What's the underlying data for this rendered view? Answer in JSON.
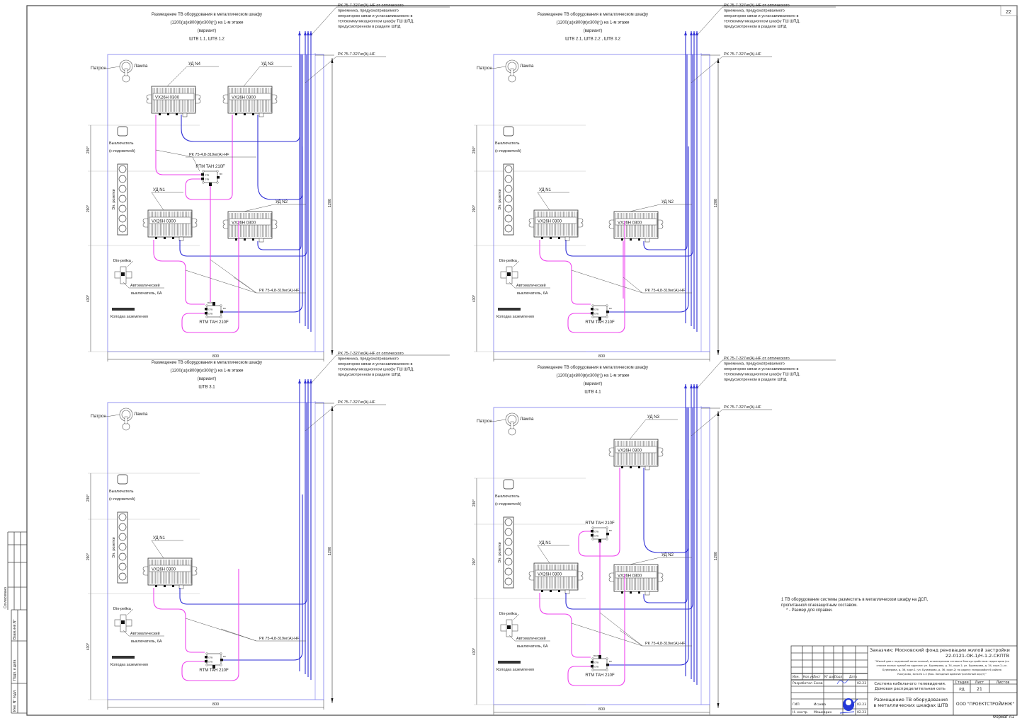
{
  "sheet": {
    "page_number": "22",
    "format": "Формат А1",
    "colors": {
      "frame": "#444444",
      "cabinet": "#7b7bef",
      "rf_cable": "#2e2ed6",
      "drop_cable": "#ee44ee",
      "leader": "#444444"
    }
  },
  "side_stamp": {
    "agreed": "Согласовано",
    "replaced_inv": "Взам.инв.N°",
    "sign_date": "Подп. и дата",
    "inv_orig": "Инв. N° подл."
  },
  "panels": [
    {
      "id": "p1",
      "title": [
        "Размещение ТВ оборудования в металлическом шкафу",
        "(1200(ш)х800(в)х300(г)) на 1-м этаже",
        "(вариант)",
        "ШТВ 1.1, ШТВ 1.2"
      ],
      "top_note": [
        "РК 75-7-327нг(А)-HF от оптического",
        "приемника, предусматриваемого",
        "оператором связи и устанавливаемого в",
        "телекоммуникационном шкафу ТШ ШПД,",
        "предусмотренном в разделе ШПД"
      ],
      "side_cable": "РК 75-7-327нг(А)-HF",
      "lamp_holder": "Патрон",
      "lamp": "Лампа",
      "switch": [
        "Выключатель",
        "(с подсветкой)"
      ],
      "sockets": "Эл. розетки",
      "din": "Din-рейка",
      "breaker": [
        "Автоматический",
        "выключатель, 6А"
      ],
      "ground": "Колодка заземления",
      "amplifiers": [
        {
          "tag": "УД N4",
          "model": "VX26H 0300"
        },
        {
          "tag": "УД N3",
          "model": "VX26H 0300"
        },
        {
          "tag": "УД N1",
          "model": "VX26H 0300"
        },
        {
          "tag": "УД N2",
          "model": "VX26H 0300"
        }
      ],
      "splitters": [
        {
          "label": "RTM TAH 210F",
          "ports": [
            "OTB",
            "OTB",
            "BX"
          ]
        },
        {
          "label": "RTM TAH 210F",
          "ports": [
            "OTB",
            "OTB",
            "BX",
            "ВЫХ"
          ]
        }
      ],
      "drop_cable_upper": "РК 75-4,8-319нг(А)-HF",
      "drop_cable_lower": "РК 75-4,8-319нг(А)-HF",
      "dims": {
        "height": "1200",
        "width": "800",
        "d1": "230*",
        "d2": "290*",
        "d3": "430*"
      }
    },
    {
      "id": "p2",
      "title": [
        "Размещение ТВ оборудования в металлическом шкафу",
        "(1200(ш)х800(в)х300(г)) на 1-м этаже",
        "(вариант)",
        "ШТВ 2.1, ШТВ 2.2 , ШТВ 3.2"
      ],
      "top_note": [
        "РК 75-7-327нг(А)-HF от оптического",
        "приемника, предусматриваемого",
        "оператором связи и устанавливаемого в",
        "телекоммуникационном шкафу ТШ ШПД,",
        "предусмотренном в разделе ШПД"
      ],
      "side_cable": "РК 75-7-327нг(А)-HF",
      "lamp_holder": "Патрон",
      "lamp": "Лампа",
      "switch": [
        "Выключатель",
        "(с подсветкой)"
      ],
      "sockets": "Эл. розетки",
      "din": "Din-рейка",
      "breaker": [
        "Автоматический",
        "выключатель, 6А"
      ],
      "ground": "Колодка заземления",
      "amplifiers": [
        {
          "tag": "УД N1",
          "model": "VX26H 0300"
        },
        {
          "tag": "УД N2",
          "model": "VX26H 0300"
        }
      ],
      "splitters": [
        {
          "label": "RTM TAH 210F",
          "ports": [
            "OTB",
            "OTB",
            "BX"
          ]
        }
      ],
      "drop_cable_lower": "РК 75-4,8-319нг(А)-HF",
      "dims": {
        "height": "1200",
        "width": "800",
        "d1": "230*",
        "d2": "290*",
        "d3": "430*"
      }
    },
    {
      "id": "p3",
      "title": [
        "Размещение ТВ оборудования в металлическом шкафу",
        "(1200(ш)х800(в)х300(г)) на 1-м этаже",
        "(вариант)",
        "ШТВ 3.1"
      ],
      "top_note": [
        "РК 75-7-327нг(А)-HF от оптического",
        "приемника, предусматриваемого",
        "оператором связи и устанавливаемого в",
        "телекоммуникационном шкафу ТШ ШПД,",
        "предусмотренном в разделе ШПД"
      ],
      "side_cable": "РК 75-7-327нг(А)-HF",
      "lamp_holder": "Патрон",
      "lamp": "Лампа",
      "switch": [
        "Выключатель",
        "(с подсветкой)"
      ],
      "sockets": "Эл. розетки",
      "din": "Din-рейка",
      "breaker": [
        "Автоматический",
        "выключатель, 6А"
      ],
      "ground": "Колодка заземления",
      "amplifiers": [
        {
          "tag": "УД N1",
          "model": "VX26H 0300"
        }
      ],
      "splitters": [
        {
          "label": "RTM TAH 210F",
          "ports": [
            "OTB",
            "OTB",
            "BX"
          ]
        }
      ],
      "drop_cable_lower": "РК 75-4,8-319нг(А)-HF",
      "dims": {
        "height": "1200",
        "width": "800",
        "d1": "230*",
        "d2": "290*",
        "d3": "430*"
      }
    },
    {
      "id": "p4",
      "title": [
        "Размещение ТВ оборудования в металлическом шкафу",
        "(1200(ш)х800(в)х300(г)) на 1-м этаже",
        "(вариант)",
        "ШТВ 4.1"
      ],
      "top_note": [
        "РК 75-7-327нг(А)-HF от оптического",
        "приемника, предусматриваемого",
        "оператором связи и устанавливаемого в",
        "телекоммуникационном шкафу ТШ ШПД,",
        "предусмотренном в разделе ШПД"
      ],
      "side_cable": "РК 75-7-327нг(А)-HF",
      "lamp_holder": "Патрон",
      "lamp": "Лампа",
      "switch": [
        "Выключатель",
        "(с подсветкой)"
      ],
      "sockets": "Эл. розетки",
      "din": "Din-рейка",
      "breaker": [
        "Автоматический",
        "выключатель, 6А"
      ],
      "ground": "Колодка заземления",
      "amplifiers": [
        {
          "tag": "УД N3",
          "model": "VX26H 0300"
        },
        {
          "tag": "УД N1",
          "model": "VX26H 0300"
        },
        {
          "tag": "УД N2",
          "model": "VX26H 0300"
        }
      ],
      "splitters": [
        {
          "label": "RTM TAH 210F",
          "ports": [
            "OTB",
            "OTB",
            "BX"
          ]
        },
        {
          "label": "RTM TAH 210F",
          "ports": [
            "OTB",
            "OTB",
            "BX",
            "ВЫХ"
          ]
        }
      ],
      "drop_cable_lower": "РК 75-4,8-319нг(А)-HF",
      "dims": {
        "height": "1200",
        "width": "800",
        "d1": "230*",
        "d2": "290*",
        "d3": "430*"
      }
    }
  ],
  "notes": [
    "1 ТВ оборудование системы разместить в металлическом шкафу на ДСП,",
    "пропитанной огнезащитным составом.",
    "*     - Размер для справки."
  ],
  "title_block": {
    "customer": "Заказчик: Московский фонд реновации жилой застройки",
    "doc_code": "22-0121-ОК-1/Н-1.2-СКПТВ",
    "object": [
      "\"Жилой дом с подземной автостоянкой, инженерными сетями и благоустройством территории (со",
      "сносом жилых зданий по адресам: ул. Бурмерова, д. 34, корп.1; ул. Бурмерова, д. 34, корп.2; ул.",
      "Бурмерова, д. 36, корп.1; ул. Бурмерова, д. 36, корп.2) по адресу: микрорайон 6 района",
      "Кожухово, зона № 1.2 (Вао- Западный административный округ)\""
    ],
    "headers": [
      "Изм.",
      "Кол.уч.",
      "Лист",
      "N° док.",
      "Подп.",
      "Дата"
    ],
    "rows": [
      {
        "role": "Разработал",
        "name": "Ежов",
        "date": "02.23"
      },
      {
        "role": "",
        "name": "",
        "date": ""
      },
      {
        "role": "",
        "name": "",
        "date": ""
      },
      {
        "role": "",
        "name": "",
        "date": ""
      },
      {
        "role": "ГИП",
        "name": "Исаева",
        "date": "02.23"
      },
      {
        "role": "Н. контр.",
        "name": "Мешкарин",
        "date": "02.23"
      }
    ],
    "system": [
      "Система кабельного телевидения.",
      "Домовая распределительная сеть"
    ],
    "stage_headers": [
      "Стадия",
      "Лист",
      "Листов"
    ],
    "stage": "РД",
    "sheet": "21",
    "sheets": "",
    "drawing_title": [
      "Размещение ТВ оборудования",
      "в металлических шкафах ШТВ"
    ],
    "company": "ООО \"ПРОЕКТСТРОЙИНЖ\""
  }
}
